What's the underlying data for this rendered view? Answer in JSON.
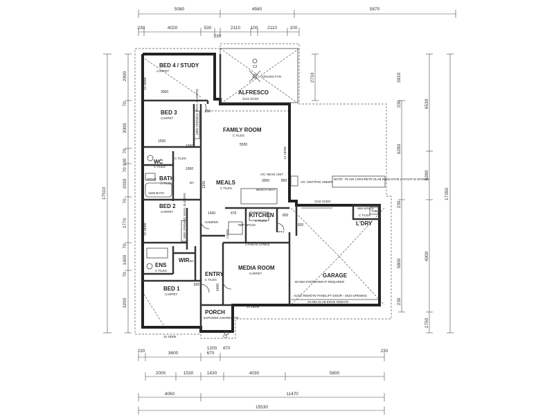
{
  "dimensions": {
    "top_row1": [
      "5080",
      "4560",
      "5870"
    ],
    "top_row2": [
      "230",
      "4020",
      "530",
      "230",
      "2110",
      "100",
      "2110",
      "100"
    ],
    "bottom_row1": [
      "230",
      "3600",
      "670",
      "230"
    ],
    "bottom_row2": [
      "2000",
      "1530",
      "1430",
      "4030",
      "5800"
    ],
    "bottom_row3": [
      "4060",
      "11470"
    ],
    "bottom_total": "15530",
    "porch_dims": [
      "1200",
      "470"
    ],
    "left_inner": [
      "2900",
      "70",
      "3000",
      "70",
      "930",
      "70",
      "2030",
      "70",
      "2770",
      "70",
      "1600",
      "70",
      "3200"
    ],
    "left_total": "17510",
    "right_a": [
      "2710"
    ],
    "right_b": [
      "2810",
      "230",
      "6280",
      "230",
      "5800",
      "230"
    ],
    "right_c": [
      "6530",
      "6280",
      "4000",
      "1750"
    ],
    "right_total": "17350"
  },
  "rooms": {
    "bed4": "BED 4 / STUDY",
    "bed3": "BED 3",
    "bed2": "BED 2",
    "bed1": "BED 1",
    "carpet": "CARPET",
    "alfresco": "ALFRESCO",
    "family": "FAMILY ROOM",
    "meals": "MEALS",
    "kitchen": "KITCHEN",
    "media": "MEDIA ROOM",
    "garage": "GARAGE",
    "ldry": "L'DRY",
    "bath": "BATH",
    "wc": "WC",
    "ens": "ENS",
    "wir": "WIR",
    "entry": "ENTRY",
    "porch": "PORCH",
    "ctiles": "C TILES"
  },
  "labels": {
    "c2": "C2",
    "c1": "C1",
    "ceiling_fan": "CEILING FAN",
    "alfresco_door": "2121 SCDX",
    "fam_3000": "3000",
    "fam_5530": "5530",
    "fam_950": "950",
    "bed3_1530": "1530",
    "bed3_1000": "1000",
    "ac_head": "A/C HEAD UNIT",
    "meals_3000": "3000",
    "meals_1000": "1000",
    "meals_1200": "1200",
    "meals_850": "850",
    "bench_seat": "BENCH SEAT",
    "ac_under": "A/C UNIT/PAD UNDER",
    "note": "NOTE : PLAIN CONCRETE SLAB INDICATIVE LAYOUT IS SHOWN",
    "garage_door_top": "2118 SCBO",
    "kit_1430": "1430",
    "kit_670": "670",
    "kit_820": "820",
    "kit_820b": "820",
    "hamper": "HAMPER",
    "fridge_space": "REF SPACE",
    "linen": "LINEN",
    "pty": "PTY",
    "robe_over": "CYHEAD CPBDS",
    "wm_space": "WM SPACE",
    "tub": "TUB",
    "entry_1400": "1400",
    "entry_820": "820",
    "bed1_820": "820",
    "bed2_sw": "12 18SW",
    "bed4_sw": "12 18SW",
    "fam_sw": "12 18SW",
    "porch_note": "EXPOSED AGGREGATE",
    "media_sw": "10 18SW",
    "bed1_sw": "16 18SW",
    "stepdown": "60 MM STEPDOWN IF REQUIRED",
    "panellift": "AUTO REMOTE PANELIFT DOOR - 4810 OPENING",
    "rebate": "25 MM SLAB EDGE REBATE",
    "ba": "BA",
    "bath_tub": "1625 BATH",
    "vanity": "900VB",
    "robe_sliders": "1800 OPENING VINYL SLIDERS"
  }
}
